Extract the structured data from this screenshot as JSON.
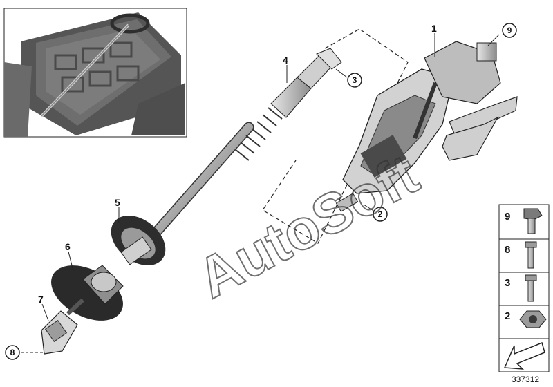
{
  "callouts": [
    {
      "id": "1",
      "circled": false
    },
    {
      "id": "2",
      "circled": true
    },
    {
      "id": "3",
      "circled": true
    },
    {
      "id": "4",
      "circled": false
    },
    {
      "id": "5",
      "circled": false
    },
    {
      "id": "6",
      "circled": false
    },
    {
      "id": "7",
      "circled": false
    },
    {
      "id": "8",
      "circled": true
    },
    {
      "id": "9",
      "circled": true
    }
  ],
  "side_panel": [
    "9",
    "8",
    "3",
    "2"
  ],
  "watermark": "AutoSoft",
  "diagram_number": "337312",
  "colors": {
    "line": "#222222",
    "part_dark": "#3a3a3a",
    "part_mid": "#9a9a9a",
    "part_light": "#d4d4d4",
    "inset_bg": "#5a5a5a"
  }
}
